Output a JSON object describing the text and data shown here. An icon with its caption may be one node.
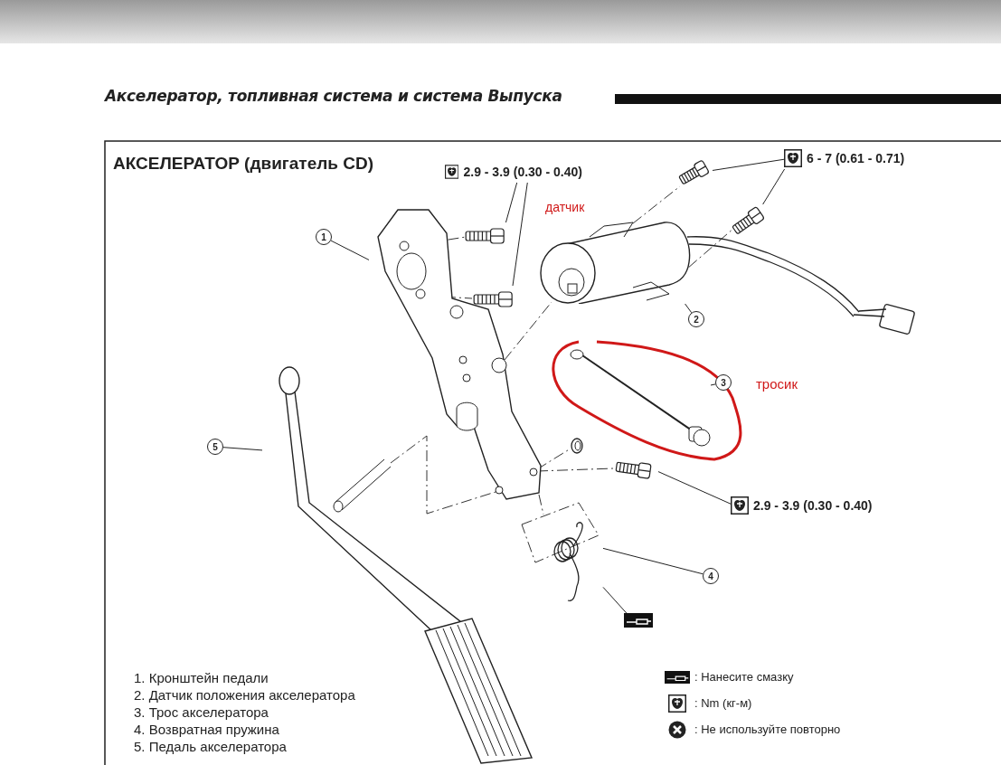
{
  "diagram": {
    "title": "АКСЕЛЕРАТОР (двигатель CD)",
    "nodes": [
      {
        "text": [
          "1"
        ]
      },
      {
        "text": [],
        "shape": "picture"
      },
      {
        "text": [
          "2"
        ]
      },
      {
        "text": [],
        "shape": "picture"
      },
      {
        "text": [
          "3"
        ]
      },
      {
        "text": [],
        "shape": "picture"
      },
      {
        "text": [
          "4"
        ]
      },
      {
        "text": [],
        "shape": "picture"
      },
      {
        "text": [
          "5"
        ]
      },
      {
        "text": [],
        "shape": "picture"
      },
      {
        "text": [
          "2.9 - 3.9 (0.30 - 0.40)"
        ]
      },
      {
        "text": [],
        "shape": "picture"
      },
      {
        "text": [],
        "shape": "picture"
      },
      {
        "text": [
          "6 - 7 (0.61 - 0.71)"
        ]
      },
      {
        "text": [],
        "shape": "picture"
      },
      {
        "text": [],
        "shape": "picture"
      },
      {
        "text": [
          "2.9 - 3.9 (0.30 - 0.40)"
        ]
      },
      {
        "text": [],
        "shape": "picture"
      },
      {
        "text": [],
        "shape": "picture"
      },
      {
        "text": [],
        "shape": "picture"
      }
    ],
    "edges": [
      {
        "from": 0,
        "to": 1,
        "arrow": "none"
      },
      {
        "from": 2,
        "to": 3,
        "arrow": "none"
      },
      {
        "from": 4,
        "to": 5,
        "arrow": "none"
      },
      {
        "from": 6,
        "to": 7,
        "arrow": "none"
      },
      {
        "from": 8,
        "to": 9,
        "arrow": "none"
      },
      {
        "from": 10,
        "to": 11,
        "arrow": "none"
      },
      {
        "from": 10,
        "to": 12,
        "arrow": "none"
      },
      {
        "from": 13,
        "to": 14,
        "arrow": "none"
      },
      {
        "from": 13,
        "to": 15,
        "arrow": "none"
      },
      {
        "from": 16,
        "to": 17,
        "arrow": "none"
      },
      {
        "from": 18,
        "to": 7,
        "arrow": "none"
      },
      {
        "from": 1,
        "to": 11,
        "arrow": "none",
        "style": "dashed"
      },
      {
        "from": 1,
        "to": 12,
        "arrow": "none",
        "style": "dashed"
      },
      {
        "from": 1,
        "to": 3,
        "arrow": "none",
        "style": "dashed"
      },
      {
        "from": 3,
        "to": 14,
        "arrow": "none",
        "style": "dashed"
      },
      {
        "from": 3,
        "to": 15,
        "arrow": "none",
        "style": "dashed"
      },
      {
        "from": 1,
        "to": 17,
        "arrow": "none",
        "style": "dashed"
      },
      {
        "from": 1,
        "to": 19,
        "arrow": "none",
        "style": "dashed"
      },
      {
        "from": 9,
        "to": 1,
        "arrow": "none",
        "style": "dashed"
      },
      {
        "from": 1,
        "to": 7,
        "arrow": "none",
        "style": "dashed"
      }
    ],
    "labels": [
      "Акселератор, топливная система и система Выпуска",
      "датчик",
      "тросик",
      "1. Кронштейн педали",
      "2. Датчик положения акселератора",
      "3. Трос акселератора",
      "4. Возвратная пружина",
      "5. Педаль акселератора"
    ],
    "legend": [
      {
        "text": ": Нанесите смазку"
      },
      {
        "text": ": Nm (кг-м)"
      },
      {
        "text": ": Не используйте повторно"
      }
    ]
  }
}
